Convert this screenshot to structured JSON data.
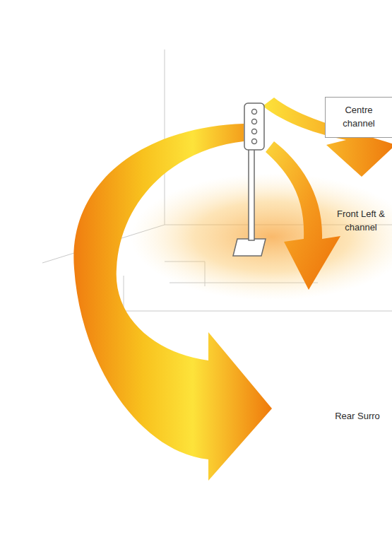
{
  "diagram": {
    "nodes": [
      {
        "text": [
          "Centre channel"
        ]
      }
    ],
    "labels": [
      "Front Left & channel",
      "Rear Surro"
    ]
  }
}
